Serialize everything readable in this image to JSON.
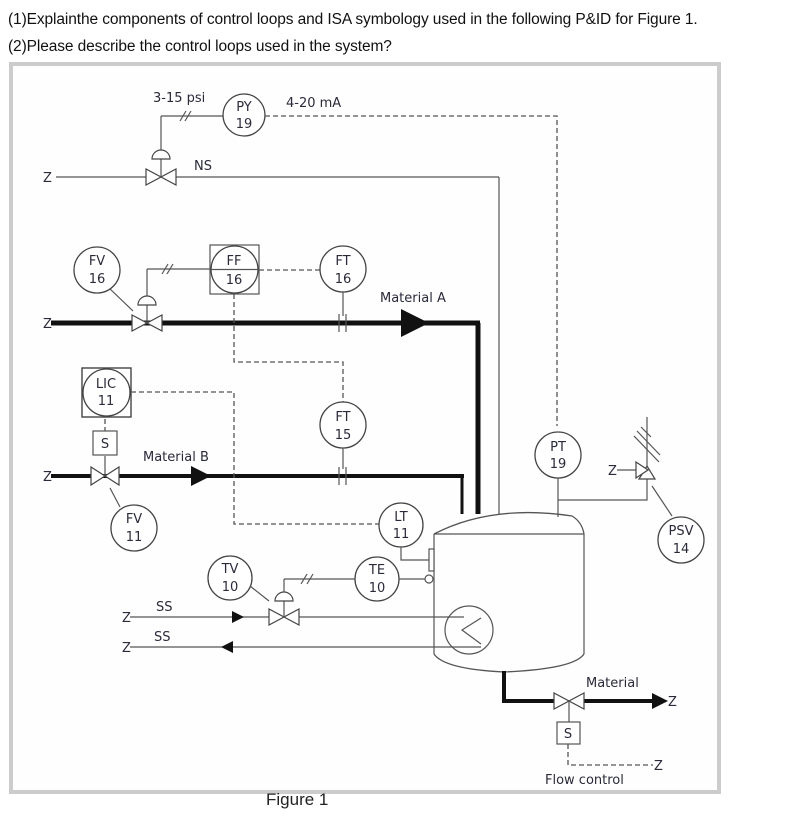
{
  "questions": {
    "q1": "(1)Explainthe components of control loops and ISA symbology used in the following P&ID for Figure 1.",
    "q2": "(2)Please describe the control loops used in the system?"
  },
  "figure": {
    "caption": "Figure 1",
    "signal_labels": {
      "pneumatic": "3-15 psi",
      "electric": "4-20 mA"
    },
    "line_labels": {
      "ns": "NS",
      "material_a": "Material A",
      "material_b": "Material B",
      "ss_supply": "SS",
      "ss_return": "SS",
      "material_out": "Material",
      "flow_control": "Flow control"
    },
    "off_page_marker": "Z",
    "solenoid_label": "S",
    "instruments": [
      {
        "id": "py19",
        "letters": "PY",
        "number": "19",
        "type": "field"
      },
      {
        "id": "fv16",
        "letters": "FV",
        "number": "16",
        "type": "field"
      },
      {
        "id": "ff16",
        "letters": "FF",
        "number": "16",
        "type": "shared-display"
      },
      {
        "id": "ft16",
        "letters": "FT",
        "number": "16",
        "type": "field"
      },
      {
        "id": "lic11",
        "letters": "LIC",
        "number": "11",
        "type": "shared-display"
      },
      {
        "id": "ft15",
        "letters": "FT",
        "number": "15",
        "type": "field"
      },
      {
        "id": "fv11",
        "letters": "FV",
        "number": "11",
        "type": "field"
      },
      {
        "id": "pt19",
        "letters": "PT",
        "number": "19",
        "type": "field"
      },
      {
        "id": "lt11",
        "letters": "LT",
        "number": "11",
        "type": "field"
      },
      {
        "id": "tv10",
        "letters": "TV",
        "number": "10",
        "type": "field"
      },
      {
        "id": "te10",
        "letters": "TE",
        "number": "10",
        "type": "field"
      },
      {
        "id": "psv14",
        "letters": "PSV",
        "number": "14",
        "type": "field"
      }
    ]
  }
}
